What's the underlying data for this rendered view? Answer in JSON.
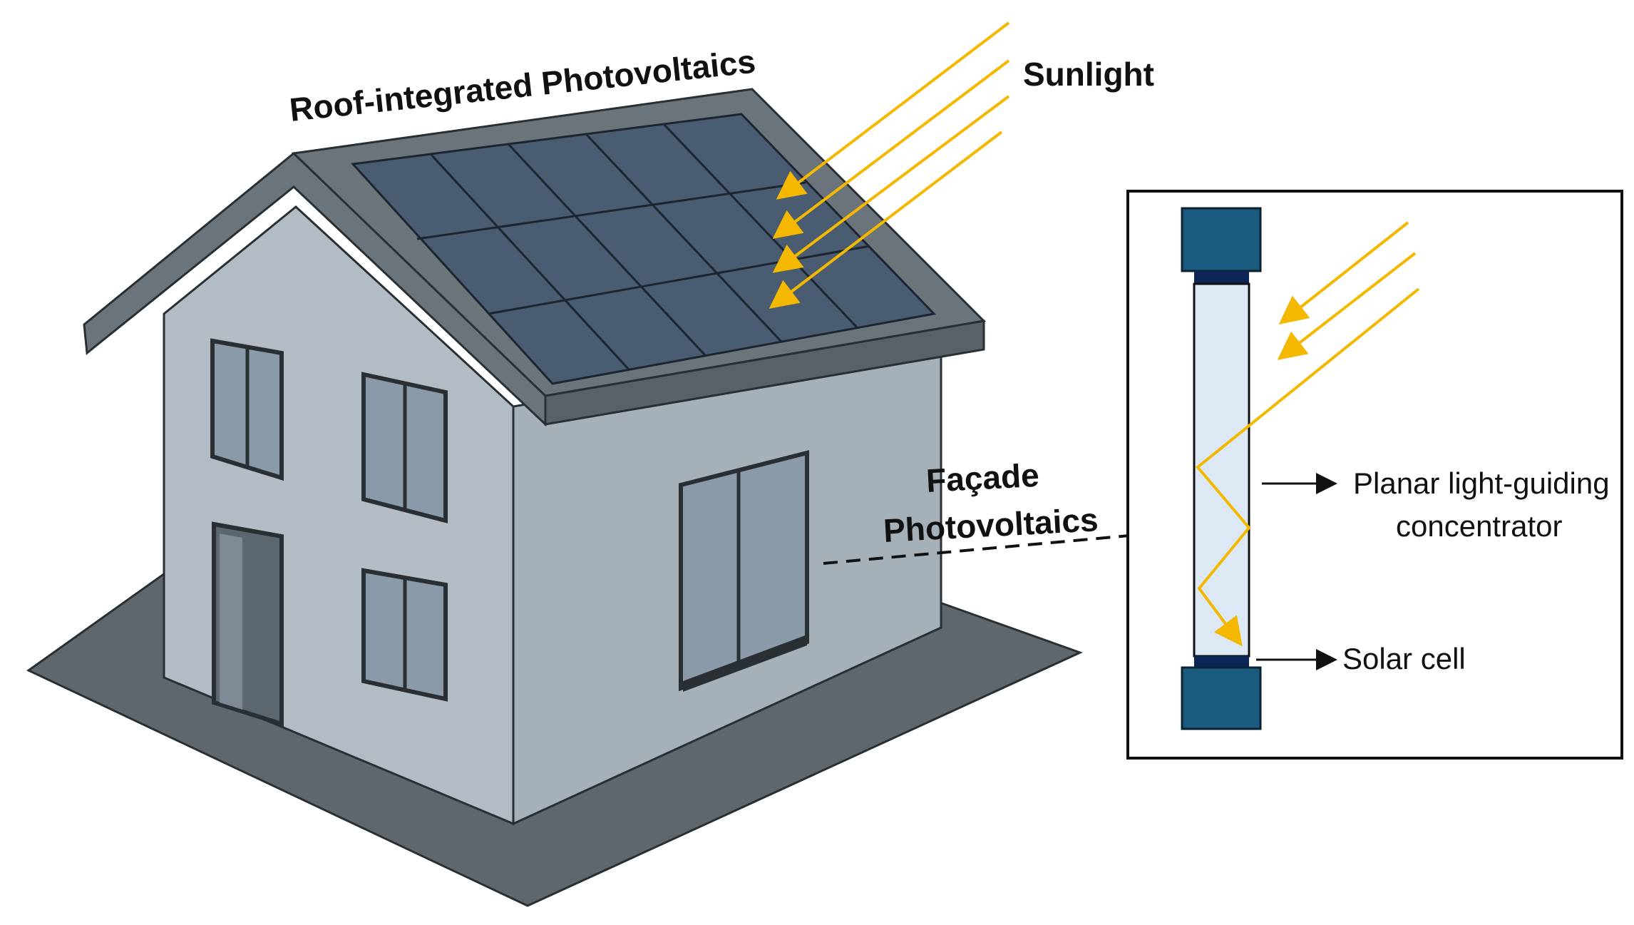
{
  "labels": {
    "roof": "Roof-integrated Photovoltaics",
    "sunlight": "Sunlight",
    "facade_line1": "Façade",
    "facade_line2": "Photovoltaics",
    "concentrator_line1": "Planar light-guiding",
    "concentrator_line2": "concentrator",
    "solar_cell": "Solar cell"
  },
  "colors": {
    "sunlight": "#f5b800",
    "ground": "#5f666c",
    "wall_light": "#b3bcc4",
    "wall_front": "#a6b0b9",
    "roof_trim": "#6b747b",
    "panel": "#4a5c72",
    "window_glass": "#8a9aa8",
    "cell_block": "#1a5a7e",
    "cell_dark": "#0d2456",
    "guide_glass": "#dce9f5"
  }
}
